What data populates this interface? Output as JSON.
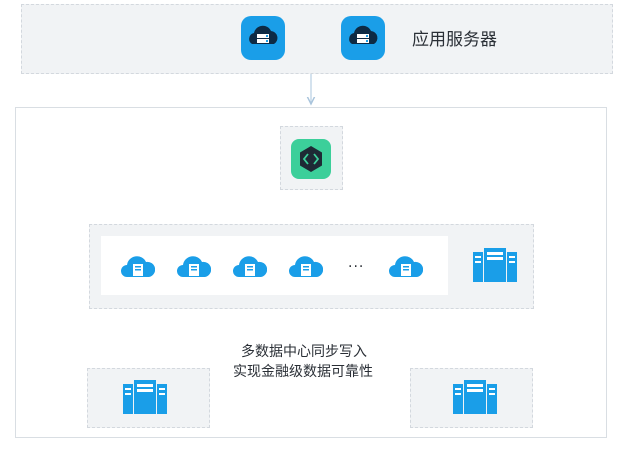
{
  "app_servers": {
    "label": "应用服务器",
    "icons": [
      "cloud-server-icon",
      "cloud-server-icon"
    ]
  },
  "gateway": {
    "icon": "gateway-hexagon-icon"
  },
  "cluster": {
    "nodes": [
      "cloud-db-icon",
      "cloud-db-icon",
      "cloud-db-icon",
      "cloud-db-icon",
      "cloud-db-icon"
    ],
    "ellipsis": "...",
    "rack_icon": "server-rack-icon"
  },
  "caption": {
    "line1": "多数据中心同步写入",
    "line2": "实现金融级数据可靠性"
  },
  "datacenters": {
    "left_icon": "server-rack-icon",
    "right_icon": "server-rack-icon"
  },
  "colors": {
    "accent": "#1a9ee8",
    "gateway": "#3ccf9a",
    "line": "#b8cfe3",
    "panel": "#f1f3f5"
  }
}
